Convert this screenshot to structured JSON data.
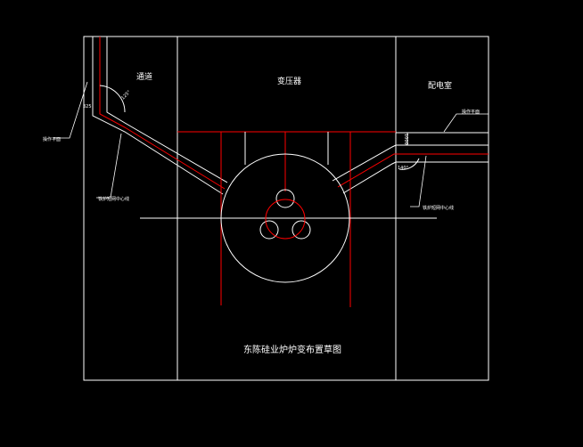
{
  "colors": {
    "background": "#000000",
    "outline": "#ffffff",
    "accent": "#ff0000"
  },
  "labels": {
    "aisle": "通道",
    "transformer": "变压器",
    "distribution_room": "配电室",
    "title": "东陈硅业炉炉变布置草图",
    "left_callout": "操作平面",
    "right_callout": "操作平面",
    "left_center_note": "铁炉短网中心线",
    "right_center_note": "铁炉短网中心线"
  },
  "dimensions": {
    "left_offset": "325",
    "left_angle": "125°",
    "right_angle": "140°",
    "right_gap": "1000"
  }
}
